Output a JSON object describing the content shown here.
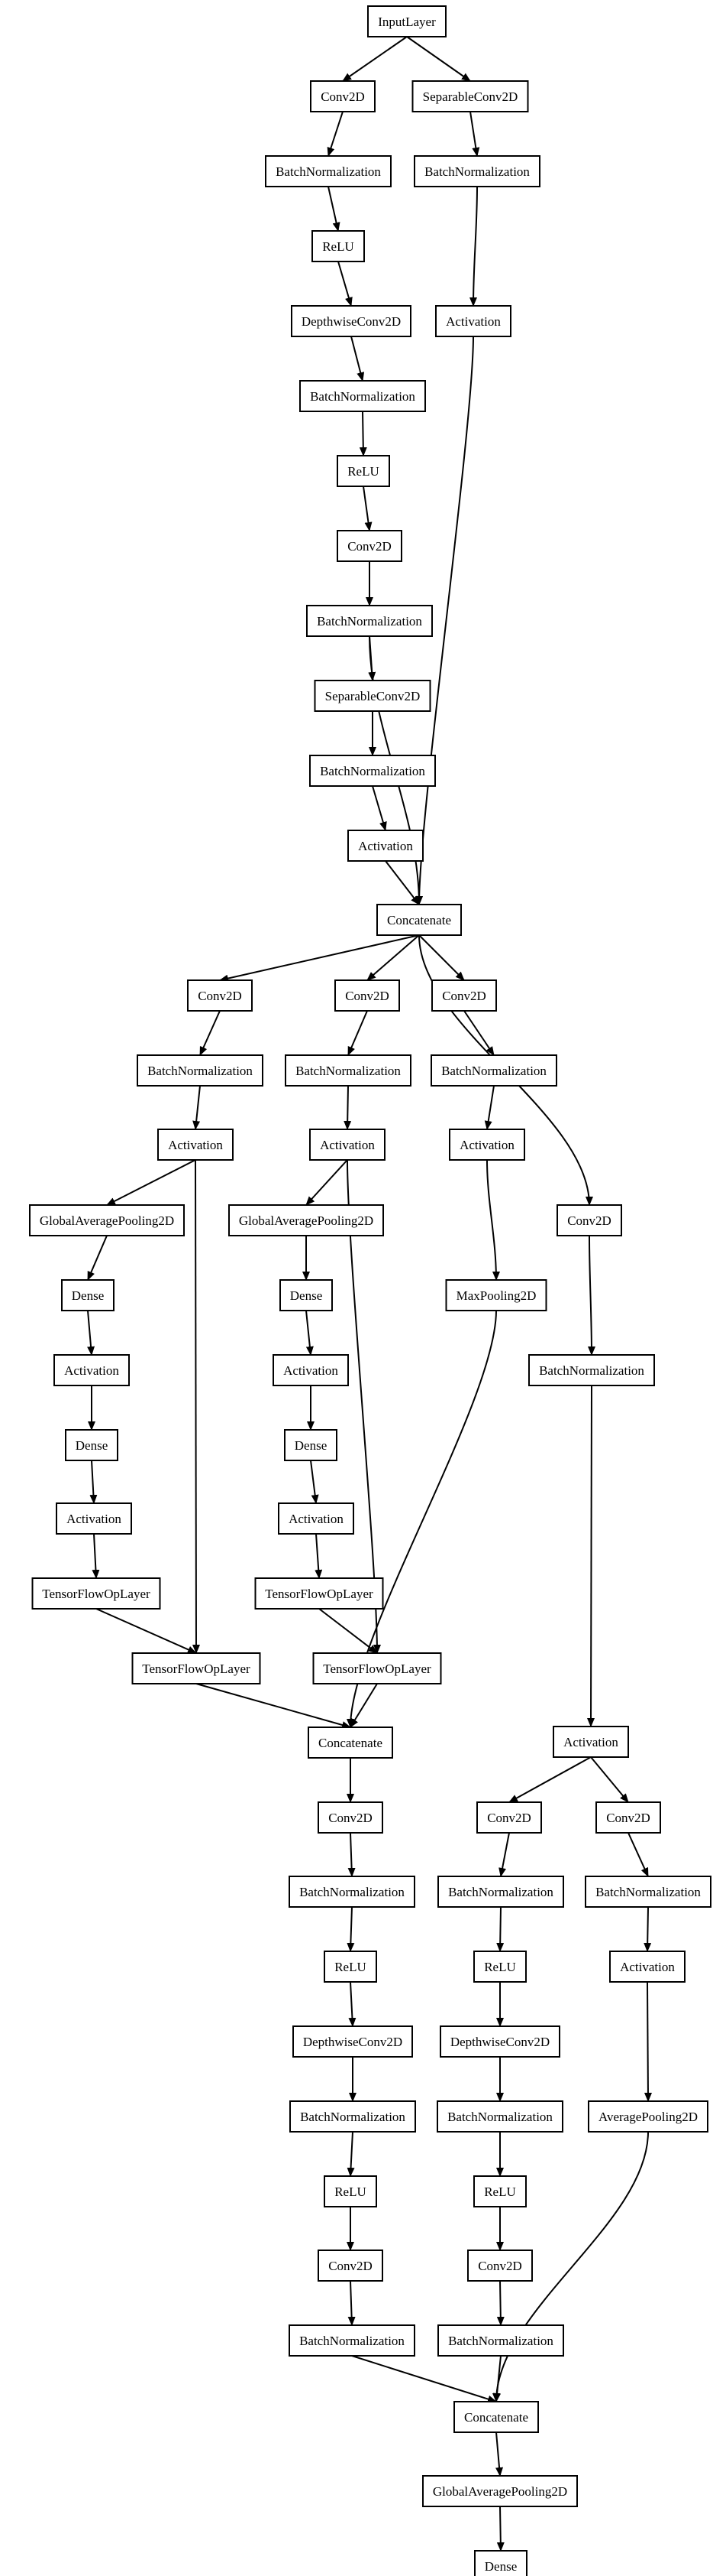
{
  "graph": {
    "nodes": [
      {
        "id": "n0",
        "label": "InputLayer"
      },
      {
        "id": "n1",
        "label": "Conv2D"
      },
      {
        "id": "n2",
        "label": "SeparableConv2D"
      },
      {
        "id": "n3",
        "label": "BatchNormalization"
      },
      {
        "id": "n4",
        "label": "BatchNormalization"
      },
      {
        "id": "n5",
        "label": "ReLU"
      },
      {
        "id": "n6",
        "label": "Activation"
      },
      {
        "id": "n7",
        "label": "DepthwiseConv2D"
      },
      {
        "id": "n8",
        "label": "BatchNormalization"
      },
      {
        "id": "n9",
        "label": "ReLU"
      },
      {
        "id": "n10",
        "label": "Conv2D"
      },
      {
        "id": "n11",
        "label": "BatchNormalization"
      },
      {
        "id": "n12",
        "label": "SeparableConv2D"
      },
      {
        "id": "n13",
        "label": "BatchNormalization"
      },
      {
        "id": "n14",
        "label": "Activation"
      },
      {
        "id": "n15",
        "label": "Concatenate"
      },
      {
        "id": "n16",
        "label": "Conv2D"
      },
      {
        "id": "n17",
        "label": "Conv2D"
      },
      {
        "id": "n18",
        "label": "Conv2D"
      },
      {
        "id": "n19",
        "label": "BatchNormalization"
      },
      {
        "id": "n20",
        "label": "BatchNormalization"
      },
      {
        "id": "n21",
        "label": "BatchNormalization"
      },
      {
        "id": "n22",
        "label": "Activation"
      },
      {
        "id": "n23",
        "label": "Activation"
      },
      {
        "id": "n24",
        "label": "Activation"
      },
      {
        "id": "n25",
        "label": "GlobalAveragePooling2D"
      },
      {
        "id": "n26",
        "label": "GlobalAveragePooling2D"
      },
      {
        "id": "n27",
        "label": "Conv2D"
      },
      {
        "id": "n28",
        "label": "Dense"
      },
      {
        "id": "n29",
        "label": "Dense"
      },
      {
        "id": "n30",
        "label": "MaxPooling2D"
      },
      {
        "id": "n31",
        "label": "Activation"
      },
      {
        "id": "n32",
        "label": "Activation"
      },
      {
        "id": "n33",
        "label": "BatchNormalization"
      },
      {
        "id": "n34",
        "label": "Dense"
      },
      {
        "id": "n35",
        "label": "Dense"
      },
      {
        "id": "n36",
        "label": "Activation"
      },
      {
        "id": "n37",
        "label": "Activation"
      },
      {
        "id": "n38",
        "label": "TensorFlowOpLayer"
      },
      {
        "id": "n39",
        "label": "TensorFlowOpLayer"
      },
      {
        "id": "n40",
        "label": "TensorFlowOpLayer"
      },
      {
        "id": "n41",
        "label": "TensorFlowOpLayer"
      },
      {
        "id": "n42",
        "label": "Concatenate"
      },
      {
        "id": "n43",
        "label": "Activation"
      },
      {
        "id": "n44",
        "label": "Conv2D"
      },
      {
        "id": "n45",
        "label": "Conv2D"
      },
      {
        "id": "n46",
        "label": "Conv2D"
      },
      {
        "id": "n47",
        "label": "BatchNormalization"
      },
      {
        "id": "n48",
        "label": "BatchNormalization"
      },
      {
        "id": "n49",
        "label": "BatchNormalization"
      },
      {
        "id": "n50",
        "label": "ReLU"
      },
      {
        "id": "n51",
        "label": "ReLU"
      },
      {
        "id": "n52",
        "label": "Activation"
      },
      {
        "id": "n53",
        "label": "DepthwiseConv2D"
      },
      {
        "id": "n54",
        "label": "DepthwiseConv2D"
      },
      {
        "id": "n55",
        "label": "BatchNormalization"
      },
      {
        "id": "n56",
        "label": "BatchNormalization"
      },
      {
        "id": "n57",
        "label": "AveragePooling2D"
      },
      {
        "id": "n58",
        "label": "ReLU"
      },
      {
        "id": "n59",
        "label": "ReLU"
      },
      {
        "id": "n60",
        "label": "Conv2D"
      },
      {
        "id": "n61",
        "label": "Conv2D"
      },
      {
        "id": "n62",
        "label": "BatchNormalization"
      },
      {
        "id": "n63",
        "label": "BatchNormalization"
      },
      {
        "id": "n64",
        "label": "Concatenate"
      },
      {
        "id": "n65",
        "label": "GlobalAveragePooling2D"
      },
      {
        "id": "n66",
        "label": "Dense"
      }
    ],
    "edges": [
      [
        "n0",
        "n1"
      ],
      [
        "n0",
        "n2"
      ],
      [
        "n1",
        "n3"
      ],
      [
        "n2",
        "n4"
      ],
      [
        "n3",
        "n5"
      ],
      [
        "n4",
        "n6"
      ],
      [
        "n5",
        "n7"
      ],
      [
        "n7",
        "n8"
      ],
      [
        "n8",
        "n9"
      ],
      [
        "n9",
        "n10"
      ],
      [
        "n10",
        "n11"
      ],
      [
        "n11",
        "n12"
      ],
      [
        "n12",
        "n13"
      ],
      [
        "n13",
        "n14"
      ],
      [
        "n14",
        "n15"
      ],
      [
        "n11",
        "n15"
      ],
      [
        "n6",
        "n15"
      ],
      [
        "n15",
        "n16"
      ],
      [
        "n15",
        "n17"
      ],
      [
        "n15",
        "n18"
      ],
      [
        "n15",
        "n27"
      ],
      [
        "n16",
        "n19"
      ],
      [
        "n17",
        "n20"
      ],
      [
        "n18",
        "n21"
      ],
      [
        "n19",
        "n22"
      ],
      [
        "n20",
        "n23"
      ],
      [
        "n21",
        "n24"
      ],
      [
        "n22",
        "n25"
      ],
      [
        "n23",
        "n26"
      ],
      [
        "n24",
        "n30"
      ],
      [
        "n27",
        "n33"
      ],
      [
        "n25",
        "n28"
      ],
      [
        "n26",
        "n29"
      ],
      [
        "n28",
        "n31"
      ],
      [
        "n29",
        "n32"
      ],
      [
        "n31",
        "n34"
      ],
      [
        "n32",
        "n35"
      ],
      [
        "n34",
        "n36"
      ],
      [
        "n35",
        "n37"
      ],
      [
        "n36",
        "n38"
      ],
      [
        "n37",
        "n39"
      ],
      [
        "n38",
        "n40"
      ],
      [
        "n22",
        "n40"
      ],
      [
        "n39",
        "n41"
      ],
      [
        "n23",
        "n41"
      ],
      [
        "n40",
        "n42"
      ],
      [
        "n41",
        "n42"
      ],
      [
        "n30",
        "n42"
      ],
      [
        "n33",
        "n43"
      ],
      [
        "n43",
        "n45"
      ],
      [
        "n43",
        "n46"
      ],
      [
        "n42",
        "n44"
      ],
      [
        "n44",
        "n47"
      ],
      [
        "n45",
        "n48"
      ],
      [
        "n46",
        "n49"
      ],
      [
        "n47",
        "n50"
      ],
      [
        "n48",
        "n51"
      ],
      [
        "n49",
        "n52"
      ],
      [
        "n50",
        "n53"
      ],
      [
        "n51",
        "n54"
      ],
      [
        "n52",
        "n57"
      ],
      [
        "n53",
        "n55"
      ],
      [
        "n54",
        "n56"
      ],
      [
        "n55",
        "n58"
      ],
      [
        "n56",
        "n59"
      ],
      [
        "n58",
        "n60"
      ],
      [
        "n59",
        "n61"
      ],
      [
        "n60",
        "n62"
      ],
      [
        "n61",
        "n63"
      ],
      [
        "n62",
        "n64"
      ],
      [
        "n63",
        "n64"
      ],
      [
        "n57",
        "n64"
      ],
      [
        "n64",
        "n65"
      ],
      [
        "n65",
        "n66"
      ]
    ]
  }
}
